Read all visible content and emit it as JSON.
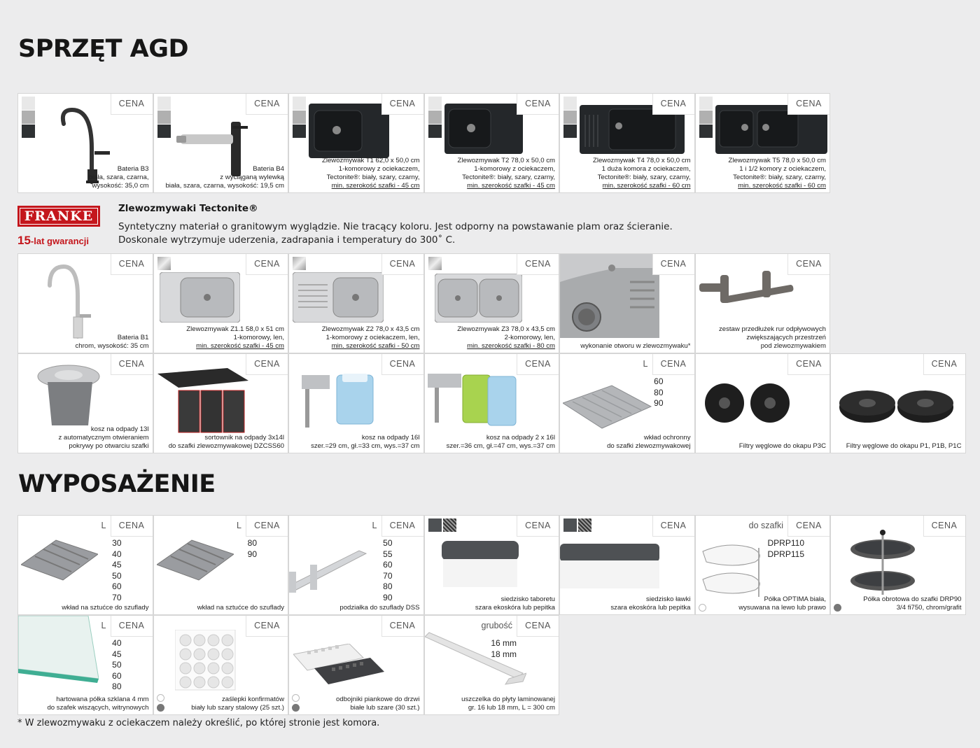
{
  "sections": {
    "agd": "SPRZĘT AGD",
    "wyposazenie": "WYPOSAŻENIE"
  },
  "cena_label": "CENA",
  "l_label": "L",
  "colors": {
    "swatch_white": "#e8e8e8",
    "swatch_grey": "#b0b0b0",
    "swatch_black": "#2e3133",
    "franke_red": "#c4161c",
    "tray_grey": "#9a9ca0",
    "cushion": "#4e5154"
  },
  "row1": [
    {
      "name": "Bateria B3",
      "lines": [
        "Bateria B3",
        "biała, szara, czarna,",
        "wysokość: 35,0 cm"
      ]
    },
    {
      "name": "Bateria B4",
      "lines": [
        "Bateria B4",
        "z wyciąganą wylewką",
        "biała, szara, czarna, wysokość: 19,5 cm"
      ]
    },
    {
      "lines": [
        "Zlewozmywak T1 62,0 x 50,0 cm",
        "1-komorowy z ociekaczem,",
        "Tectonite®: biały, szary, czarny,"
      ],
      "underline": "min. szerokość szafki - 45 cm"
    },
    {
      "lines": [
        "Zlewozmywak T2 78,0 x 50,0 cm",
        "1-komorowy z ociekaczem,",
        "Tectonite®: biały, szary, czarny,"
      ],
      "underline": "min. szerokość szafki - 45 cm"
    },
    {
      "lines": [
        "Zlewozmywak T4 78,0 x 50,0 cm",
        "1 duża komora z ociekaczem,",
        "Tectonite®: biały, szary, czarny,"
      ],
      "underline": "min. szerokość szafki - 60 cm"
    },
    {
      "lines": [
        "Zlewozmywak T5 78,0 x 50,0 cm",
        "1 i 1/2 komory z ociekaczem,",
        "Tectonite®: biały, szary, czarny,"
      ],
      "underline": "min. szerokość szafki - 60 cm"
    }
  ],
  "franke": {
    "logo": "FRANKE",
    "warranty_num": "15",
    "warranty_text": "-lat gwarancji",
    "title": "Zlewozmywaki Tectonite®",
    "text1": "Syntetyczny materiał o granitowym wyglądzie. Nie tracący koloru. Jest odporny na powstawanie plam oraz ścieranie.",
    "text2": "Doskonale wytrzymuje uderzenia, zadrapania i temperatury do 300˚ C."
  },
  "row2": [
    {
      "lines": [
        "Bateria B1",
        "chrom, wysokość: 35 cm"
      ]
    },
    {
      "lines": [
        "Zlewozmywak Z1.1 58,0 x 51 cm",
        "1-komorowy, len,"
      ],
      "underline": "min. szerokość szafki - 45 cm"
    },
    {
      "lines": [
        "Zlewozmywak Z2 78,0 x 43,5 cm",
        "1-komorowy z ociekaczem, len,"
      ],
      "underline": "min. szerokość szafki - 50 cm"
    },
    {
      "lines": [
        "Zlewozmywak Z3 78,0 x 43,5 cm",
        "2-komorowy, len,"
      ],
      "underline": "min. szerokość szafki - 80 cm"
    },
    {
      "lines": [
        "wykonanie otworu w zlewozmywaku*"
      ]
    },
    {
      "lines": [
        "zestaw przedłużek rur odpływowych",
        "zwiększających przestrzeń",
        "pod zlewozmywakiem"
      ]
    }
  ],
  "row3": [
    {
      "lines": [
        "kosz na odpady 13l",
        "z automatycznym otwieraniem",
        "pokrywy po otwarciu szafki"
      ]
    },
    {
      "lines": [
        "sortownik na odpady 3x14l",
        "do szafki zlewozmywakowej DZCSS60"
      ]
    },
    {
      "lines": [
        "kosz na odpady 16l",
        "szer.=29 cm, gł.=33 cm, wys.=37 cm"
      ]
    },
    {
      "lines": [
        "kosz na odpady 2 x 16l",
        "szer.=36 cm, gł.=47 cm, wys.=37 cm"
      ]
    },
    {
      "lines": [
        "wkład ochronny",
        "do szafki zlewozmywakowej"
      ],
      "sizes": [
        "60",
        "80",
        "90"
      ]
    },
    {
      "lines": [
        "Filtry węglowe do okapu P3C"
      ]
    },
    {
      "lines": [
        "Filtry węglowe do okapu P1, P1B, P1C"
      ]
    }
  ],
  "row4": [
    {
      "lines": [
        "wkład na sztućce do szuflady"
      ],
      "sizes": [
        "30",
        "40",
        "45",
        "50",
        "60",
        "70"
      ]
    },
    {
      "lines": [
        "wkład na sztućce do szuflady"
      ],
      "sizes": [
        "80",
        "90"
      ]
    },
    {
      "lines": [
        "podziałka do szuflady DSS"
      ],
      "sizes": [
        "50",
        "55",
        "60",
        "70",
        "80",
        "90"
      ]
    },
    {
      "lines": [
        "siedzisko taboretu",
        "szara ekoskóra lub pepitka"
      ]
    },
    {
      "lines": [
        "siedzisko ławki",
        "szara ekoskóra lub pepitka"
      ]
    },
    {
      "lines": [
        "Półka OPTIMA biała,",
        "wysuwana na lewo lub prawo"
      ],
      "pre": "do szafki",
      "sizes": [
        "DPRP110",
        "DPRP115"
      ]
    },
    {
      "lines": [
        "Półka obrotowa do szafki DRP90",
        "3/4 fi750, chrom/grafit"
      ]
    }
  ],
  "row5": [
    {
      "lines": [
        "hartowana półka szklana 4 mm",
        "do szafek wiszących, witrynowych"
      ],
      "sizes": [
        "40",
        "45",
        "50",
        "60",
        "80"
      ]
    },
    {
      "lines": [
        "zaślepki konfirmatów",
        "biały lub szary stalowy (25 szt.)"
      ]
    },
    {
      "lines": [
        "odbojniki piankowe do drzwi",
        "białe lub szare (30 szt.)"
      ]
    },
    {
      "lines": [
        "uszczelka do płyty laminowanej",
        "gr. 16 lub 18 mm, L = 300 cm"
      ],
      "pre": "grubość",
      "sizes": [
        "16 mm",
        "18 mm"
      ]
    }
  ],
  "footnote": "* W zlewozmywaku z ociekaczem należy określić, po której stronie jest komora."
}
